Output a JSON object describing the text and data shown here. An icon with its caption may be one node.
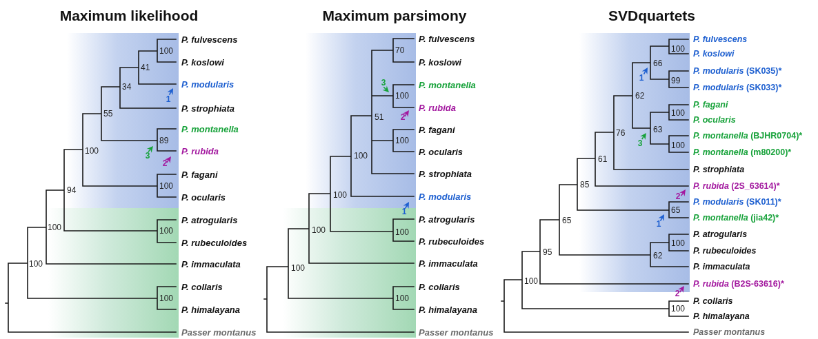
{
  "diagram": {
    "labels": [
      "Maximum likelihood",
      "P. fulvescens",
      "P. koslowi",
      "P. modularis",
      "P. strophiata",
      "P. montanella",
      "P. rubida",
      "P. fagani",
      "P. ocularis",
      "P. atrogularis",
      "P. rubeculoides",
      "P. immaculata",
      "P. collaris",
      "P. himalayana",
      "Passer montanus",
      "100",
      "41",
      "34",
      "55",
      "89",
      "100",
      "100",
      "94",
      "100",
      "100",
      "100",
      "100",
      "1",
      "3",
      "2",
      "Maximum parsimony",
      "P. fulvescens",
      "P. koslowi",
      "P. montanella",
      "P. rubida",
      "P. fagani",
      "P. ocularis",
      "P. strophiata",
      "P. modularis",
      "P. atrogularis",
      "P. rubeculoides",
      "P. immaculata",
      "P. collaris",
      "P. himalayana",
      "Passer montanus",
      "70",
      "100",
      "51",
      "100",
      "100",
      "100",
      "100",
      "100",
      "100",
      "100",
      "3",
      "2",
      "1",
      "SVDquartets",
      "P. fulvescens",
      "P. koslowi",
      "*P. modularis* (SK035)*",
      "*P. modularis* (SK033)*",
      "P. fagani",
      "P. ocularis",
      "*P. montanella* (BJHR0704)*",
      "*P. montanella* (m80200)*",
      "P. strophiata",
      "*P. rubida* (2S_63614)*",
      "*P. modularis* (SK011)*",
      "*P. montanella* (jia42)*",
      "P. atrogularis",
      "P. rubeculoides",
      "P. immaculata",
      "*P. rubida* (B2S-63616)*",
      "P. collaris",
      "P. himalayana",
      "Passer montanus",
      "100",
      "66",
      "99",
      "62",
      "100",
      "63",
      "76",
      "100",
      "61",
      "85",
      "65",
      "65",
      "100",
      "62",
      "95",
      "100",
      "100",
      "1",
      "3",
      "2",
      "1",
      "2"
    ]
  }
}
